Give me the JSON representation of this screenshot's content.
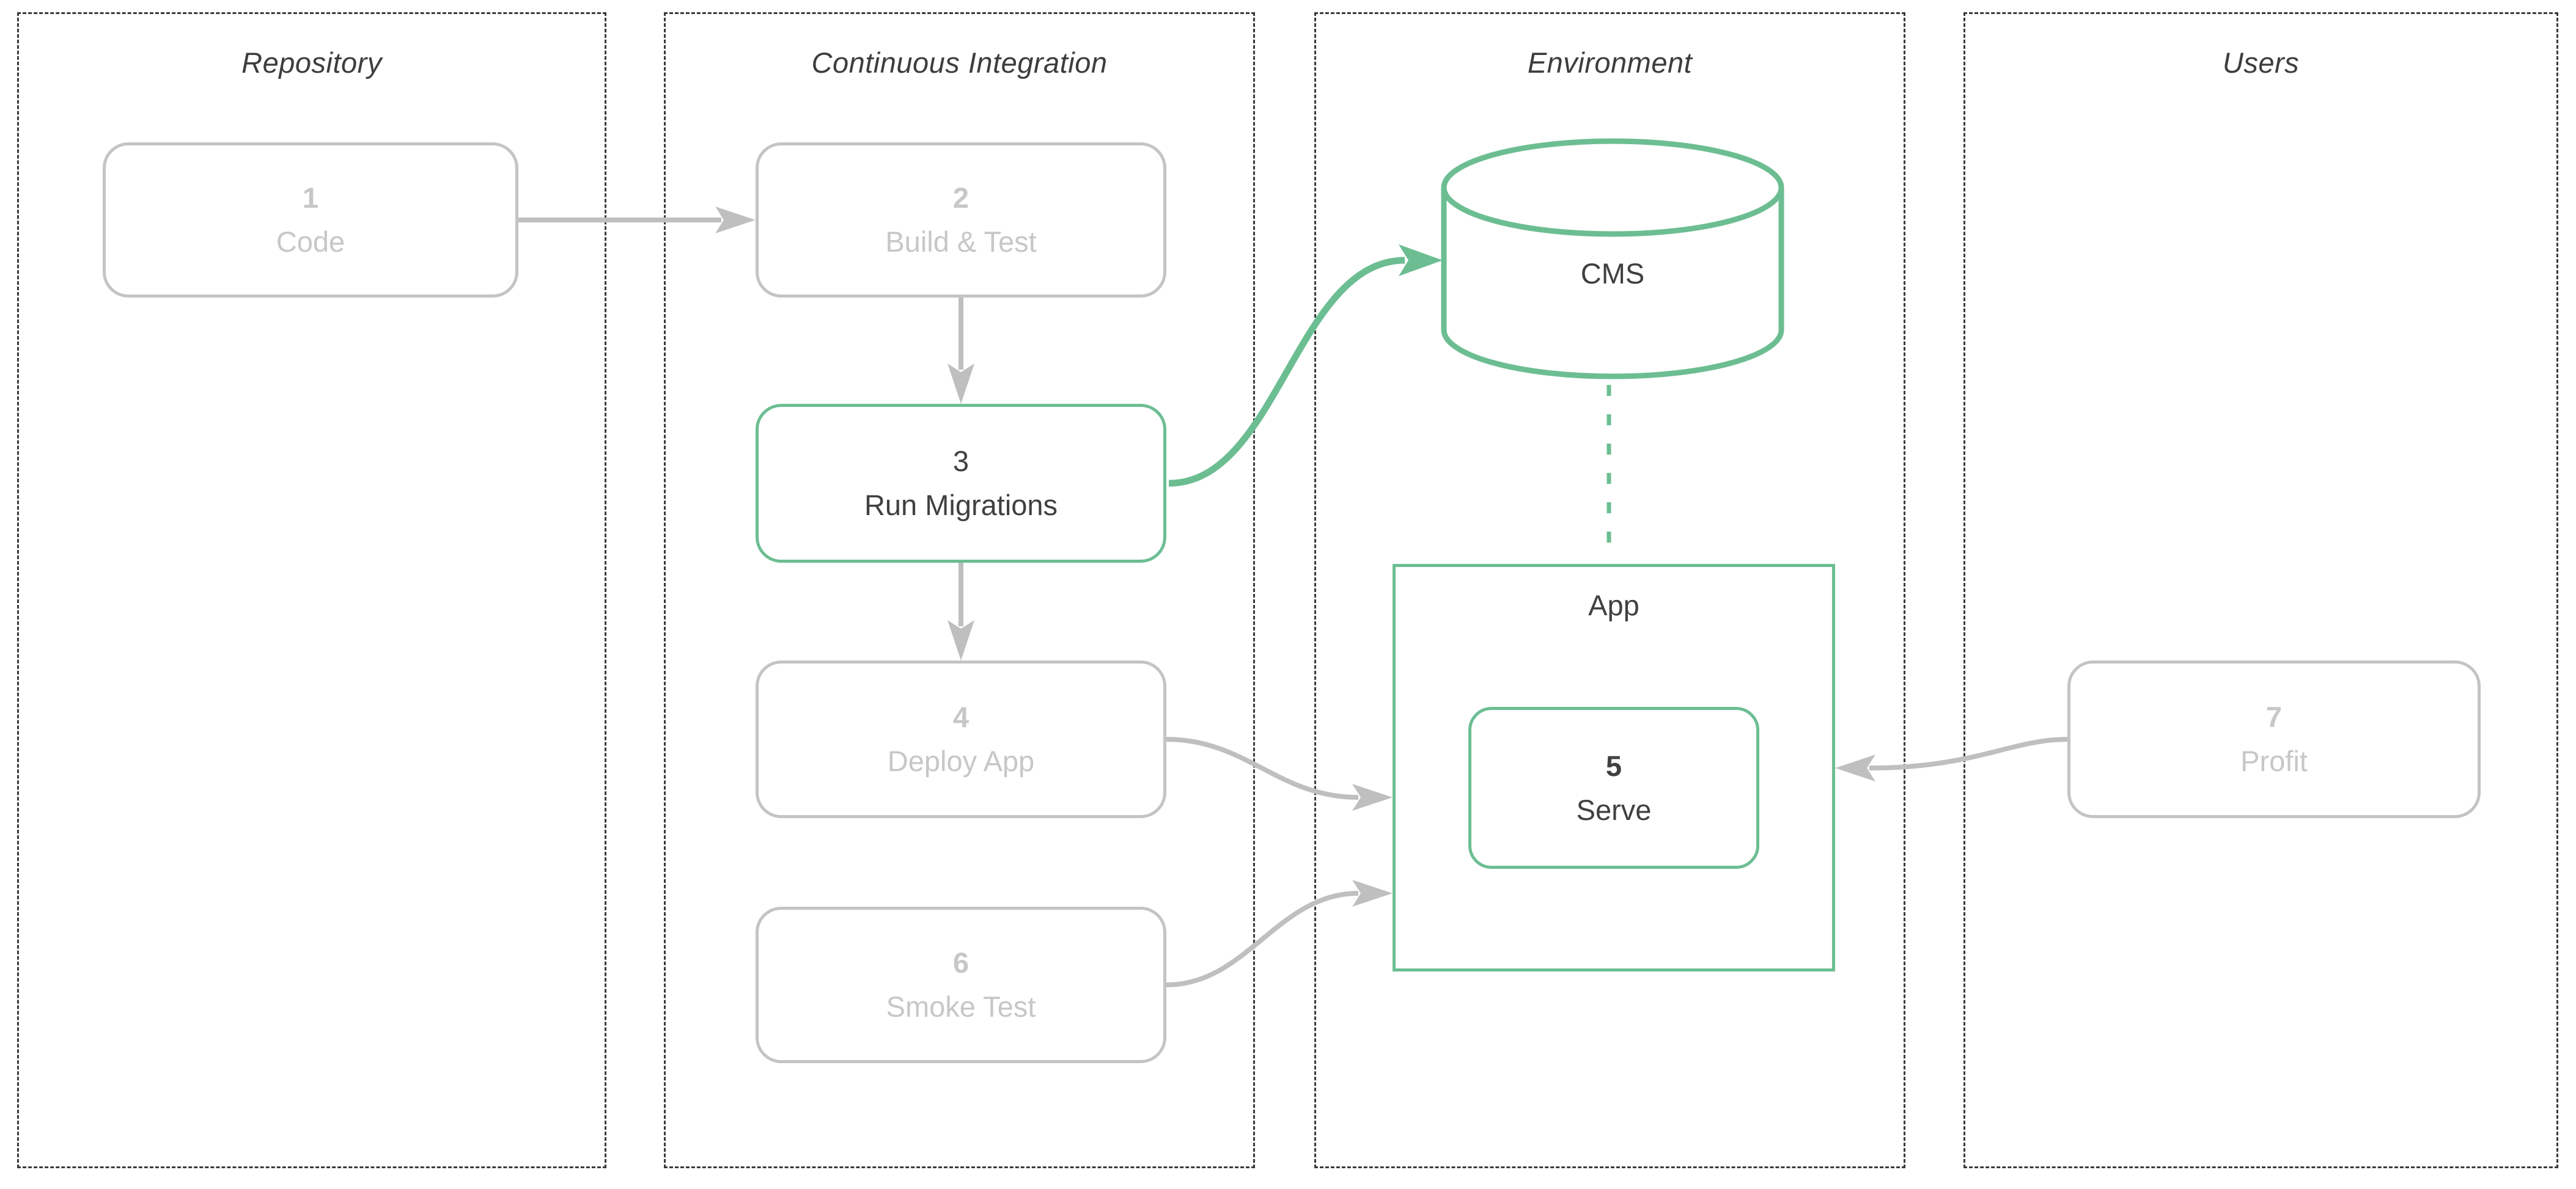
{
  "diagram": {
    "columns": [
      {
        "id": "repository",
        "title": "Repository"
      },
      {
        "id": "ci",
        "title": "Continuous Integration"
      },
      {
        "id": "environment",
        "title": "Environment"
      },
      {
        "id": "users",
        "title": "Users"
      }
    ],
    "nodes": {
      "code": {
        "number": "1",
        "label": "Code",
        "state": "inactive"
      },
      "build_test": {
        "number": "2",
        "label": "Build & Test",
        "state": "inactive"
      },
      "run_migrations": {
        "number": "3",
        "label": "Run Migrations",
        "state": "active"
      },
      "deploy_app": {
        "number": "4",
        "label": "Deploy App",
        "state": "inactive"
      },
      "serve": {
        "number": "5",
        "label": "Serve",
        "state": "active"
      },
      "smoke_test": {
        "number": "6",
        "label": "Smoke Test",
        "state": "inactive"
      },
      "profit": {
        "number": "7",
        "label": "Profit",
        "state": "inactive"
      },
      "cms": {
        "label": "CMS",
        "shape": "cylinder",
        "state": "active"
      },
      "app": {
        "label": "App",
        "shape": "container",
        "state": "active"
      }
    },
    "edges": [
      {
        "from": "code",
        "to": "build_test",
        "color": "gray",
        "style": "solid"
      },
      {
        "from": "build_test",
        "to": "run_migrations",
        "color": "gray",
        "style": "solid"
      },
      {
        "from": "run_migrations",
        "to": "cms",
        "color": "green",
        "style": "solid"
      },
      {
        "from": "run_migrations",
        "to": "deploy_app",
        "color": "gray",
        "style": "solid"
      },
      {
        "from": "deploy_app",
        "to": "app",
        "color": "gray",
        "style": "solid"
      },
      {
        "from": "smoke_test",
        "to": "app",
        "color": "gray",
        "style": "solid"
      },
      {
        "from": "profit",
        "to": "app",
        "color": "gray",
        "style": "solid"
      },
      {
        "from": "cms",
        "to": "app",
        "color": "green",
        "style": "dashed"
      }
    ],
    "colors": {
      "accent_green": "#6cbe92",
      "inactive_border_gray": "#c4c4c4",
      "inactive_text_gray": "#c7c7c7",
      "arrow_gray": "#bfbfbf",
      "dark_text": "#404040",
      "lane_border": "#3a3a3a",
      "background": "#ffffff"
    }
  }
}
